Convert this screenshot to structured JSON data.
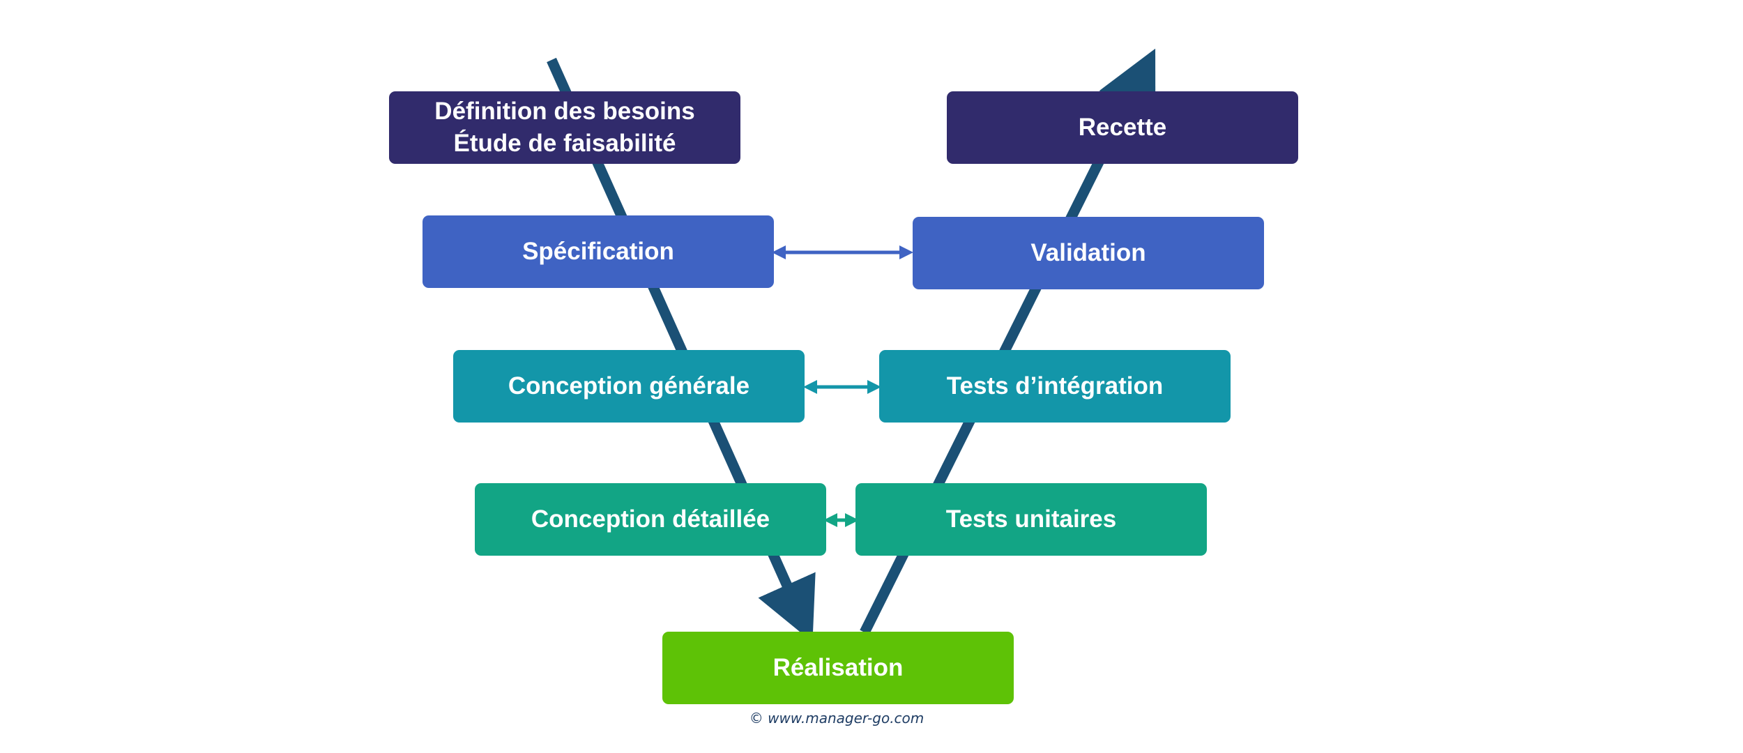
{
  "colors": {
    "dark": "#312b6c",
    "blue": "#3f63c3",
    "teal": "#1396a9",
    "green_teal": "#12a585",
    "green": "#5ec206",
    "arrow": "#1b5075"
  },
  "left_branch": [
    {
      "id": "definition",
      "lines": [
        "Définition des besoins",
        "Étude de faisabilité"
      ],
      "color": "dark"
    },
    {
      "id": "specification",
      "lines": [
        "Spécification"
      ],
      "color": "blue"
    },
    {
      "id": "conception_generale",
      "lines": [
        "Conception générale"
      ],
      "color": "teal"
    },
    {
      "id": "conception_detaillee",
      "lines": [
        "Conception détaillée"
      ],
      "color": "green_teal"
    }
  ],
  "bottom": {
    "id": "realisation",
    "lines": [
      "Réalisation"
    ],
    "color": "green"
  },
  "right_branch": [
    {
      "id": "recette",
      "lines": [
        "Recette"
      ],
      "color": "dark"
    },
    {
      "id": "validation",
      "lines": [
        "Validation"
      ],
      "color": "blue"
    },
    {
      "id": "tests_integration",
      "lines": [
        "Tests d’intégration"
      ],
      "color": "teal"
    },
    {
      "id": "tests_unitaires",
      "lines": [
        "Tests unitaires"
      ],
      "color": "green_teal"
    }
  ],
  "footer": {
    "copyright": "© www.manager-go.com"
  }
}
